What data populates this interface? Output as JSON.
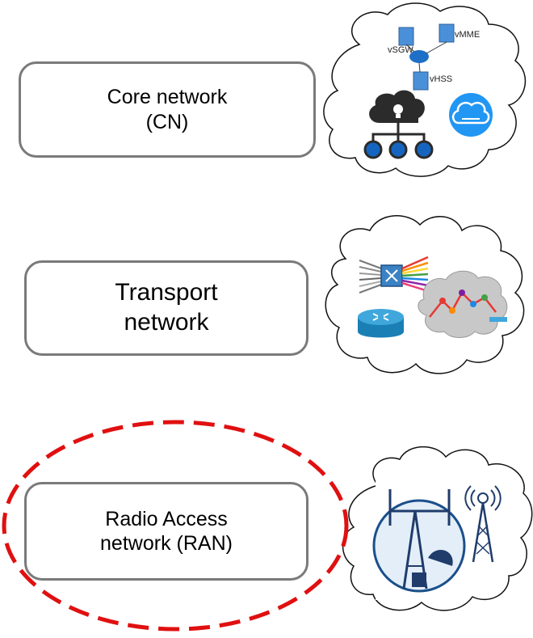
{
  "layers": [
    {
      "name": "core",
      "title_line1": "Core network",
      "title_line2": "(CN)",
      "icon_labels": {
        "vsgw": "vSGW",
        "vmme": "vMME",
        "vhss": "vHSS"
      }
    },
    {
      "name": "transport",
      "title_line1": "Transport",
      "title_line2": "network"
    },
    {
      "name": "ran",
      "title_line1": "Radio Access",
      "title_line2": "network (RAN)",
      "highlighted": true
    }
  ],
  "colors": {
    "box_border": "#7a7a7a",
    "highlight": "#e01010",
    "icon_blue": "#1565c0",
    "icon_light_blue": "#2196f3"
  }
}
